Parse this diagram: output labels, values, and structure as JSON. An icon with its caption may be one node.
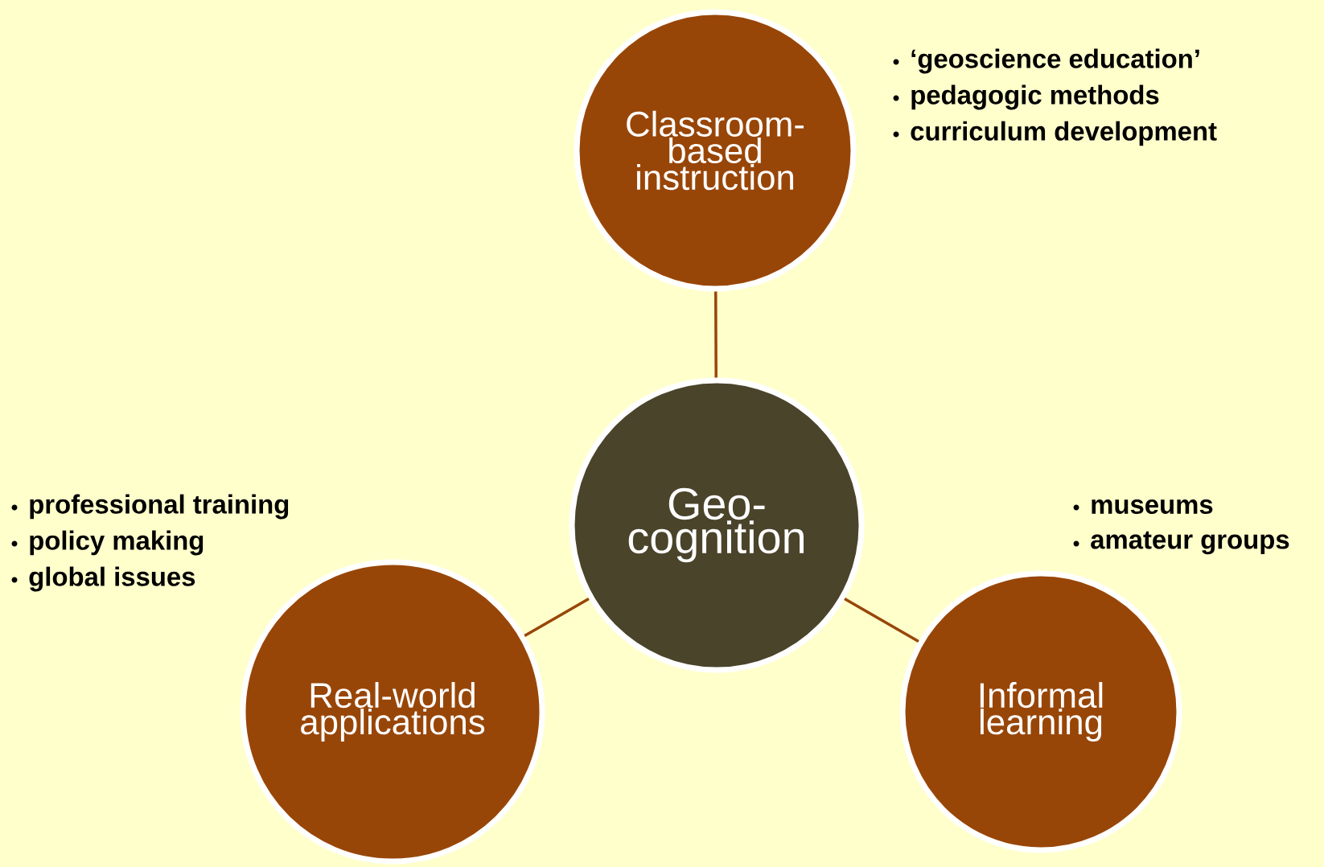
{
  "diagram": {
    "nodes": [
      {
        "text": [
          "Classroom-based instruction"
        ],
        "beside": [
          "‘geoscience education’",
          "pedagogic methods",
          "curriculum development"
        ]
      },
      {
        "text": [
          "Geo-cognition"
        ]
      },
      {
        "text": [
          "Real-world applications"
        ],
        "beside": [
          "professional training",
          "policy making",
          "global issues"
        ]
      },
      {
        "text": [
          "Informal learning"
        ],
        "beside": [
          "museums",
          "amateur groups"
        ]
      }
    ],
    "edges": [
      {
        "from": 1,
        "to": 0,
        "arrow": "none"
      },
      {
        "from": 1,
        "to": 2,
        "arrow": "none"
      },
      {
        "from": 1,
        "to": 3,
        "arrow": "none"
      }
    ]
  }
}
